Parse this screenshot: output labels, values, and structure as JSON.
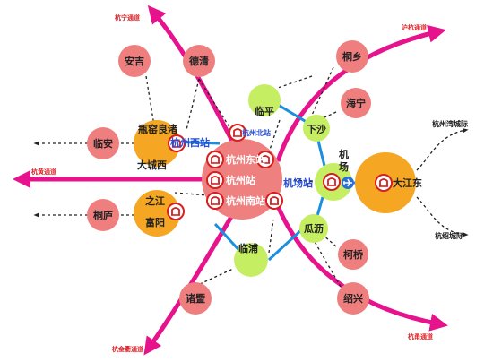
{
  "corridors": {
    "top_left": "杭宁通道",
    "top_right": "沪杭通道",
    "left": "杭黄通道",
    "bottom_left": "杭金衢通道",
    "bottom_right": "杭甬通道"
  },
  "rail_links": {
    "upper": "杭州湾城际",
    "lower": "杭绍城际"
  },
  "nodes": {
    "anji": "安吉",
    "deqing": "德清",
    "linan": "临安",
    "tonglu": "桐庐",
    "zhuji": "诸暨",
    "shaoxing": "绍兴",
    "tongxiang": "桐乡",
    "haining": "海宁",
    "keqiao": "柯桥",
    "linping": "临平",
    "xiasha": "下沙",
    "guali": "瓜沥",
    "linpu": "临浦",
    "pingyao_liangzhu": "瓶窑良渚",
    "dachengxi": "大城西",
    "zhijiang": "之江",
    "fuyang": "富阳",
    "dajiangdong": "大江东",
    "jichang_a": "机",
    "jichang_b": "场"
  },
  "stations": {
    "west": "杭州西站",
    "north": "杭州北站",
    "airport": "机场站",
    "east": "杭州东站",
    "main": "杭州站",
    "south": "杭州南站"
  },
  "colors": {
    "corridor": "#e6138c",
    "hub": "#ef8080",
    "orange_node": "#f5a623",
    "green_node": "#c6ee63",
    "connector": "#1a8fe0",
    "station_text": "#2a4fd6"
  }
}
